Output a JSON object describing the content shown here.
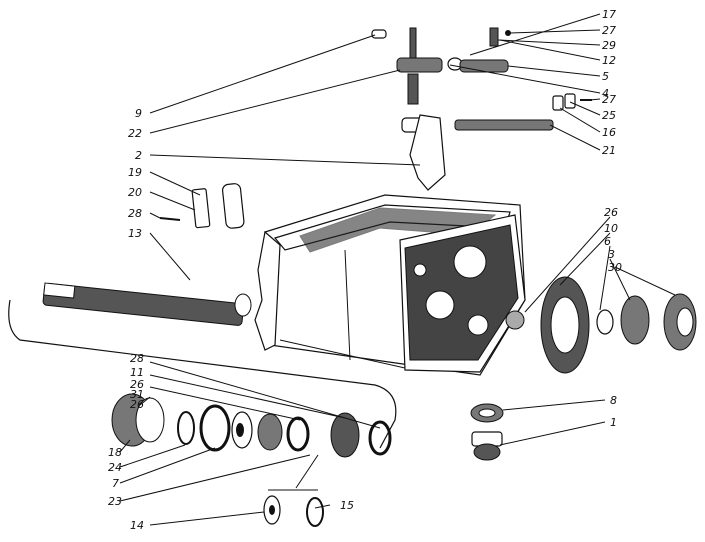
{
  "labels": {
    "l1": "1",
    "l2": "2",
    "l3": "3",
    "l4": "4",
    "l5": "5",
    "l6": "6",
    "l7": "7",
    "l8": "8",
    "l9": "9",
    "l10": "10",
    "l11": "11",
    "l12": "12",
    "l13": "13",
    "l14": "14",
    "l15": "15",
    "l16": "16",
    "l17": "17",
    "l18": "18",
    "l19": "19",
    "l20": "20",
    "l21": "21",
    "l22": "22",
    "l23": "23",
    "l24": "24",
    "l25": "25",
    "l26a": "26",
    "l26b": "26",
    "l26c": "26",
    "l27a": "27",
    "l27b": "27",
    "l28a": "28",
    "l28b": "28",
    "l29": "29",
    "l30": "30",
    "l31": "31"
  }
}
